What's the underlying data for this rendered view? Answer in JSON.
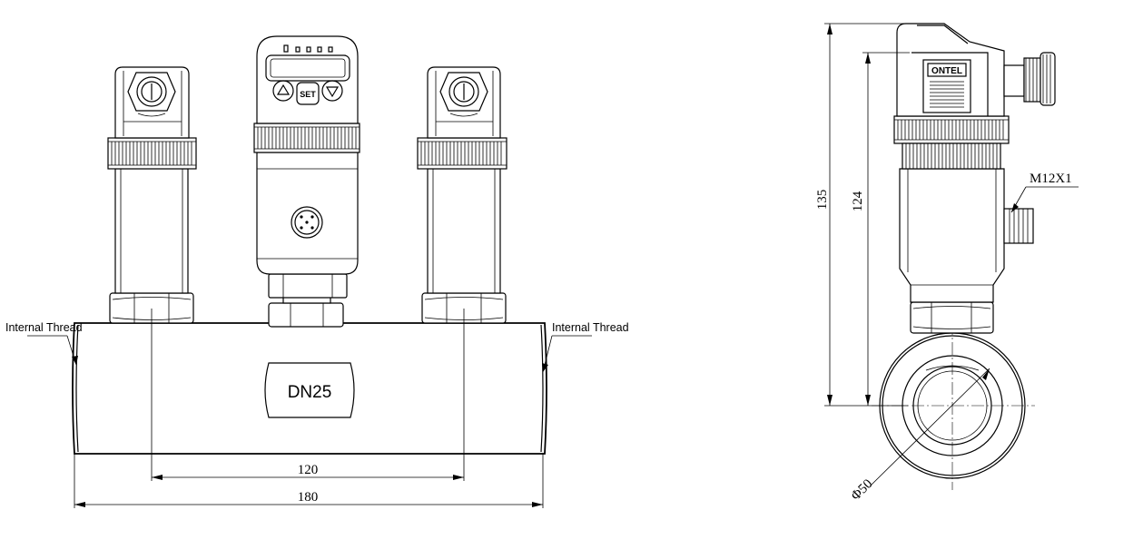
{
  "front_view": {
    "left_label": "Internal Thread",
    "right_label": "Internal Thread",
    "body_label": "DN25",
    "dim_inner": "120",
    "dim_outer": "180",
    "display_button_center": "SET"
  },
  "side_view": {
    "dim_height_total": "135",
    "dim_height_inner": "124",
    "connector_label": "M12X1",
    "dim_diameter": "Φ50",
    "housing_brand": "ONTEL"
  },
  "colors": {
    "line": "#000000",
    "background": "#ffffff"
  }
}
